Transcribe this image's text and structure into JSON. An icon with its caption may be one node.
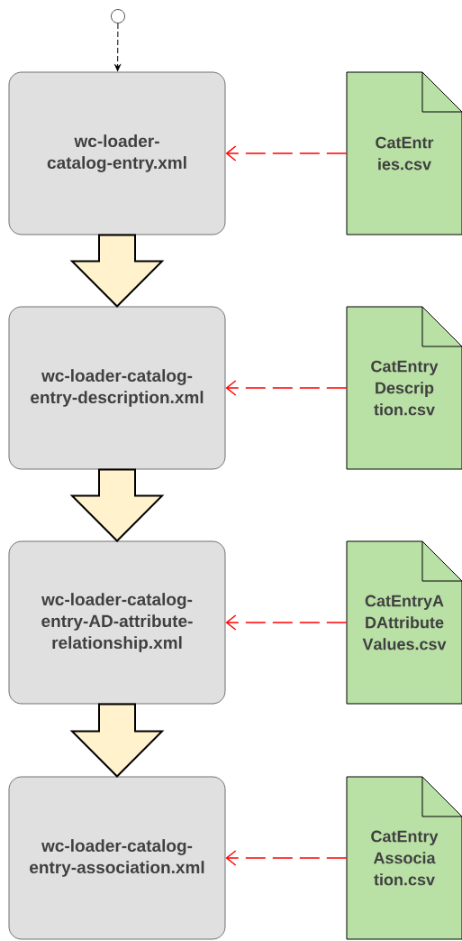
{
  "diagram": {
    "nodes": [
      {
        "text": [],
        "shape": "circle"
      },
      {
        "text": [
          "wc-loader-catalog-entry.xml"
        ]
      },
      {
        "text": [
          "CatEntries.csv"
        ]
      },
      {
        "text": [
          "wc-loader-catalog-entry-description.xml"
        ]
      },
      {
        "text": [
          "CatEntryDescription.csv"
        ]
      },
      {
        "text": [
          "wc-loader-catalog-entry-AD-attribute-relationship.xml"
        ]
      },
      {
        "text": [
          "CatEntryADAttributeValues.csv"
        ]
      },
      {
        "text": [
          "wc-loader-catalog-entry-association.xml"
        ]
      },
      {
        "text": [
          "CatEntryAssociation.csv"
        ]
      }
    ],
    "edges": [
      {
        "from": 0,
        "to": 1,
        "arrow": "to",
        "style": "dashed",
        "color": "#000000"
      },
      {
        "from": 2,
        "to": 1,
        "arrow": "to",
        "style": "dashed"
      },
      {
        "from": 1,
        "to": 3,
        "arrow": "to",
        "style": "thick"
      },
      {
        "from": 4,
        "to": 3,
        "arrow": "to",
        "style": "dashed"
      },
      {
        "from": 3,
        "to": 5,
        "arrow": "to",
        "style": "thick"
      },
      {
        "from": 6,
        "to": 5,
        "arrow": "to",
        "style": "dashed"
      },
      {
        "from": 5,
        "to": 7,
        "arrow": "to",
        "style": "thick"
      },
      {
        "from": 8,
        "to": 7,
        "arrow": "to",
        "style": "dashed"
      }
    ]
  }
}
